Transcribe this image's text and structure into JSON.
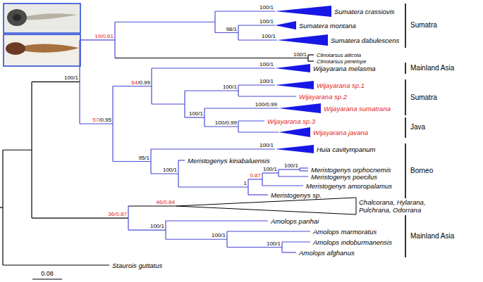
{
  "diagram": {
    "labels": [
      "100/1",
      "Sumatera crassiovis",
      "98/1",
      "100/1",
      "Sumatera montana",
      "100/1",
      "Sumatera dabulescens",
      "Sumatra",
      "19/0.61",
      "Clinotarsus alticola",
      "100/1",
      "Clinotarsus penelope",
      "100/1",
      "100/1",
      "Wijayarana melasma",
      "Mainland Asia",
      "64",
      "/0.99",
      "100/1",
      "Wijayarana sp.1",
      "100/1",
      "Wijayarana sp.2",
      "Sumatra",
      "100/1",
      "100/0.99",
      "Wijayarana sumatrana",
      "100/0.99",
      "Wijayarana sp.3",
      "Java",
      "Wijayarana javana",
      "57",
      "/0.95",
      "100/1",
      "Huia cavitympanum",
      "Borneo",
      "95/1",
      "Meristogenys kinabaluensis",
      "100/1",
      "100/1",
      "Meristogenys orphocnemis",
      "100/1",
      "Meristogenys poecilus",
      "0.87",
      "Meristogenys amoropalamus",
      "1",
      "Meristogenys sp.",
      "46/0.84",
      "Chalcorana, Hylarana, Pulchrana, Odorrana",
      "36/0.87",
      "Amolops panhai",
      "100/1",
      "Amolops marmoratus",
      "100/1",
      "Amolops indoburmanensis",
      "100/1",
      "Amolops afghanus",
      "Mainland Asia",
      "Staurois guttatus",
      "0.08"
    ]
  }
}
